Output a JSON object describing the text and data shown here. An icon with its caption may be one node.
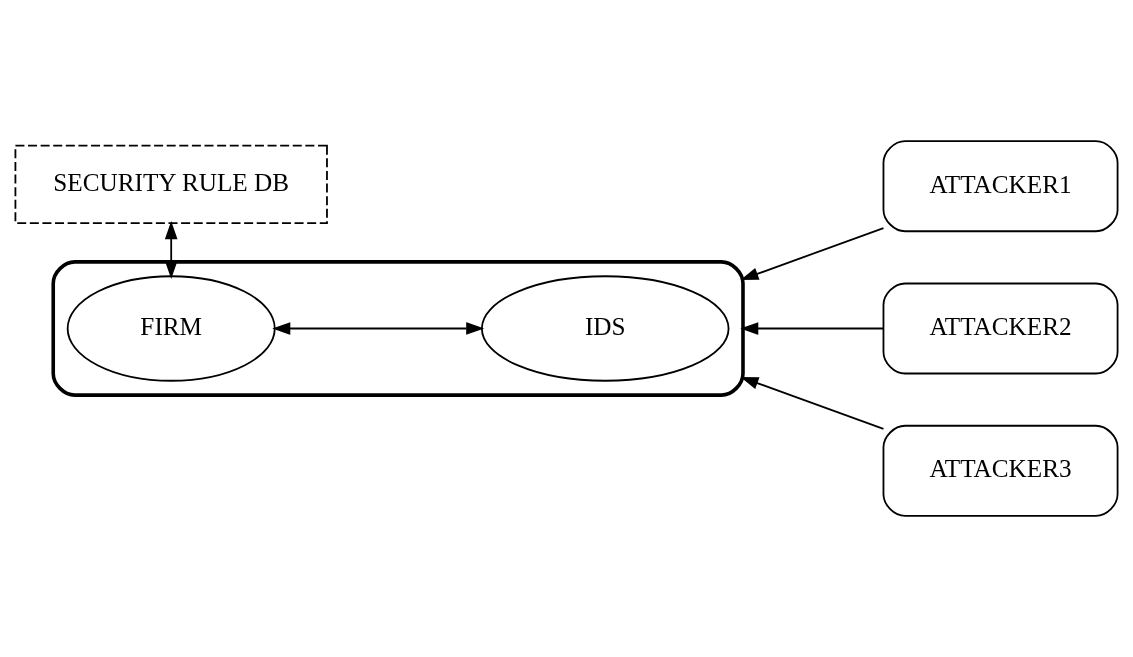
{
  "diagram": {
    "nodes": [
      {
        "text": [],
        "shape": "ellipse"
      },
      {
        "text": [
          "FIRM"
        ],
        "in": 0
      },
      {
        "text": [
          "IDS"
        ],
        "in": 0
      },
      {
        "text": [
          "ATTACKER1"
        ]
      },
      {
        "text": [
          "ATTACKER2"
        ]
      },
      {
        "text": [
          "ATTACKER3"
        ]
      },
      {
        "text": [
          "SECURITY RULE DB"
        ]
      }
    ],
    "edges": [
      {
        "from": 1,
        "to": 2,
        "arrow": "both"
      },
      {
        "from": 1,
        "to": 6,
        "arrow": "both"
      },
      {
        "from": 3,
        "to": 0,
        "arrow": "to"
      },
      {
        "from": 4,
        "to": 0,
        "arrow": "to"
      },
      {
        "from": 5,
        "to": 0,
        "arrow": "to"
      }
    ]
  }
}
